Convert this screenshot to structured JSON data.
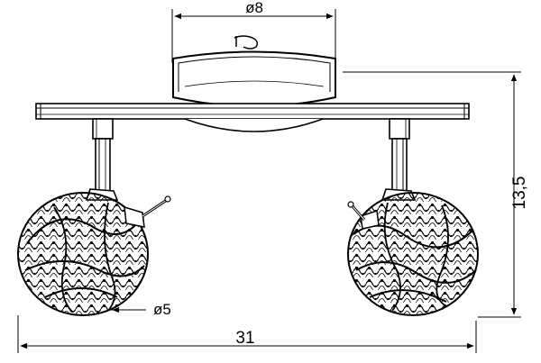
{
  "dimensions": {
    "mount_diameter": "ø8",
    "height": "13,5",
    "shade_diameter": "ø5",
    "total_width": "31"
  }
}
